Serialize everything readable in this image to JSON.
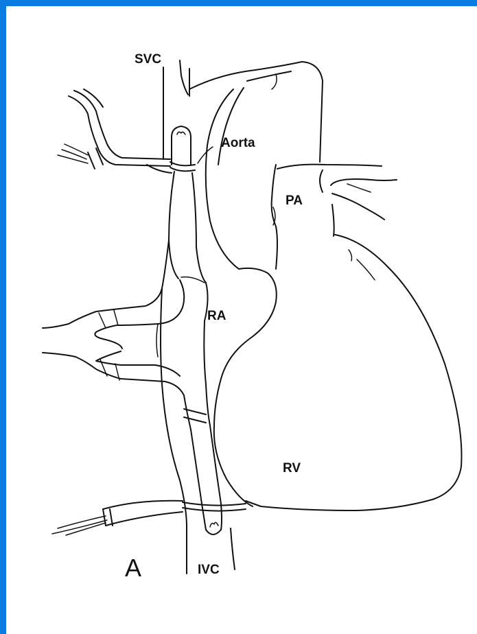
{
  "figure": {
    "panel_letter": "A",
    "labels": {
      "svc": "SVC",
      "aorta": "Aorta",
      "pa": "PA",
      "ra": "RA",
      "rv": "RV",
      "ivc": "IVC"
    }
  }
}
